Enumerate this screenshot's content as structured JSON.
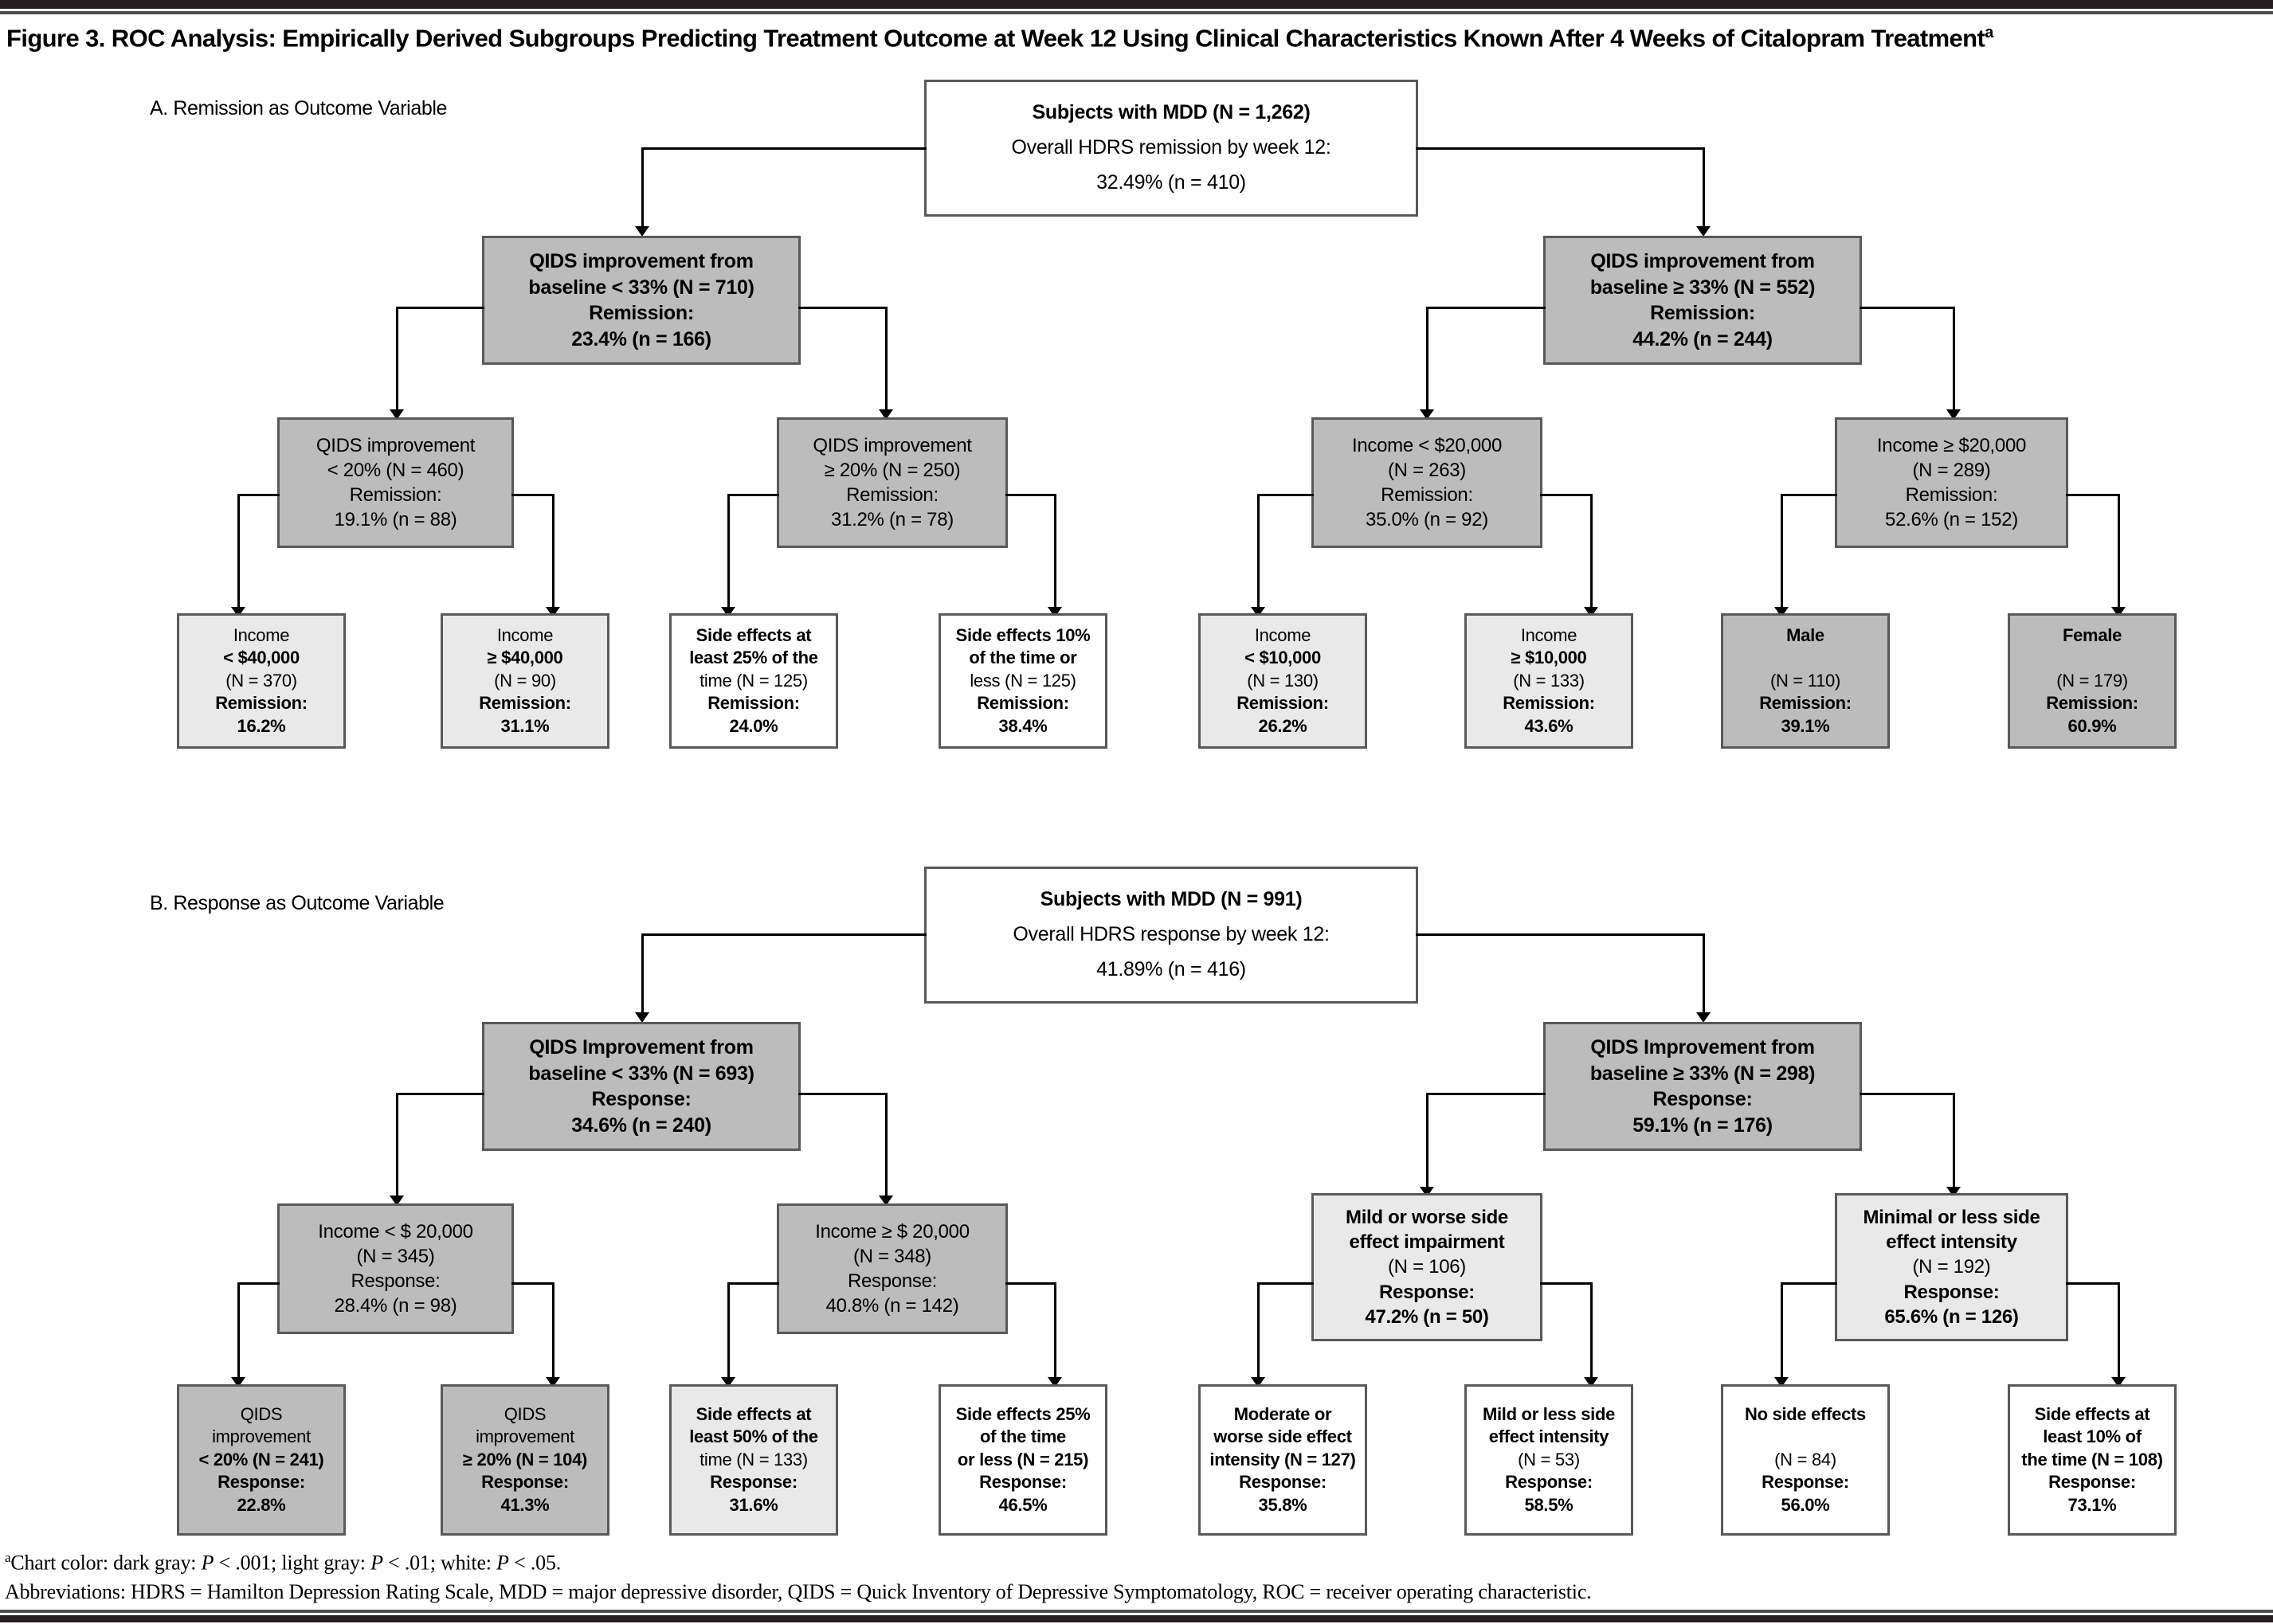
{
  "figure": {
    "title_main": "Figure 3. ROC Analysis: Empirically Derived Subgroups Predicting Treatment Outcome at Week 12 Using Clinical Characteristics Known After 4 Weeks of Citalopram Treatment",
    "title_superscript": "a"
  },
  "panelA": {
    "label": "A. Remission as Outcome Variable",
    "root": {
      "line1": "Subjects with MDD (N = 1,262)",
      "line2": "Overall HDRS remission by week 12:",
      "line3": "32.49% (n = 410)",
      "fill": "white"
    },
    "level2": [
      {
        "line1": "QIDS improvement from",
        "line2": "baseline < 33% (N = 710)",
        "line3": "Remission:",
        "line4": "23.4% (n = 166)",
        "fill": "dark"
      },
      {
        "line1": "QIDS improvement from",
        "line2": "baseline ≥ 33% (N = 552)",
        "line3": "Remission:",
        "line4": "44.2% (n = 244)",
        "fill": "dark"
      }
    ],
    "level3": [
      {
        "line1": "QIDS improvement",
        "line2": "< 20% (N = 460)",
        "line3": "Remission:",
        "line4": "19.1% (n = 88)",
        "fill": "dark"
      },
      {
        "line1": "QIDS improvement",
        "line2": "≥ 20% (N = 250)",
        "line3": "Remission:",
        "line4": "31.2% (n = 78)",
        "fill": "dark"
      },
      {
        "line1": "Income < $20,000",
        "line2": "(N = 263)",
        "line3": "Remission:",
        "line4": "35.0% (n = 92)",
        "fill": "dark"
      },
      {
        "line1": "Income ≥ $20,000",
        "line2": "(N = 289)",
        "line3": "Remission:",
        "line4": "52.6% (n = 152)",
        "fill": "dark"
      }
    ],
    "leaves": [
      {
        "line1": "Income",
        "line2": "< $40,000",
        "line3": "(N = 370)",
        "line4": "Remission:",
        "line5": "16.2%",
        "fill": "light"
      },
      {
        "line1": "Income",
        "line2": "≥ $40,000",
        "line3": "(N = 90)",
        "line4": "Remission:",
        "line5": "31.1%",
        "fill": "light"
      },
      {
        "line1": "Side effects at",
        "line2": "least 25% of the",
        "line3": "time (N = 125)",
        "line4": "Remission:",
        "line5": "24.0%",
        "fill": "white"
      },
      {
        "line1": "Side effects 10%",
        "line2": "of the time or",
        "line3": "less (N = 125)",
        "line4": "Remission:",
        "line5": "38.4%",
        "fill": "white"
      },
      {
        "line1": "Income",
        "line2": "< $10,000",
        "line3": "(N = 130)",
        "line4": "Remission:",
        "line5": "26.2%",
        "fill": "light"
      },
      {
        "line1": "Income",
        "line2": "≥ $10,000",
        "line3": "(N = 133)",
        "line4": "Remission:",
        "line5": "43.6%",
        "fill": "light"
      },
      {
        "line1": "Male",
        "line2": "",
        "line3": "(N = 110)",
        "line4": "Remission:",
        "line5": "39.1%",
        "fill": "dark"
      },
      {
        "line1": "Female",
        "line2": "",
        "line3": "(N = 179)",
        "line4": "Remission:",
        "line5": "60.9%",
        "fill": "dark"
      }
    ]
  },
  "panelB": {
    "label": "B. Response as Outcome Variable",
    "root": {
      "line1": "Subjects with MDD (N = 991)",
      "line2": "Overall HDRS response by week 12:",
      "line3": "41.89% (n = 416)",
      "fill": "white"
    },
    "level2": [
      {
        "line1": "QIDS Improvement from",
        "line2": "baseline < 33% (N = 693)",
        "line3": "Response:",
        "line4": "34.6% (n = 240)",
        "fill": "dark"
      },
      {
        "line1": "QIDS Improvement from",
        "line2": "baseline ≥ 33% (N = 298)",
        "line3": "Response:",
        "line4": "59.1% (n = 176)",
        "fill": "dark"
      }
    ],
    "level3": [
      {
        "line1": "Income < $ 20,000",
        "line2": "(N = 345)",
        "line3": "Response:",
        "line4": "28.4% (n = 98)",
        "fill": "dark"
      },
      {
        "line1": "Income ≥ $ 20,000",
        "line2": "(N = 348)",
        "line3": "Response:",
        "line4": "40.8% (n = 142)",
        "fill": "dark"
      },
      {
        "line1": "Mild or worse side",
        "line2": "effect impairment",
        "line3": "(N = 106)",
        "line4": "Response:",
        "line5": "47.2% (n = 50)",
        "fill": "light"
      },
      {
        "line1": "Minimal or less side",
        "line2": "effect intensity",
        "line3": "(N = 192)",
        "line4": "Response:",
        "line5": "65.6% (n = 126)",
        "fill": "light"
      }
    ],
    "leaves": [
      {
        "line1": "QIDS",
        "line2": "improvement",
        "line3": "< 20% (N = 241)",
        "line4": "Response:",
        "line5": "22.8%",
        "fill": "dark"
      },
      {
        "line1": "QIDS",
        "line2": "improvement",
        "line3": "≥ 20% (N = 104)",
        "line4": "Response:",
        "line5": "41.3%",
        "fill": "dark"
      },
      {
        "line1": "Side effects at",
        "line2": "least 50% of the",
        "line3": "time (N = 133)",
        "line4": "Response:",
        "line5": "31.6%",
        "fill": "light"
      },
      {
        "line1": "Side effects 25%",
        "line2": "of the time",
        "line3": "or less (N = 215)",
        "line4": "Response:",
        "line5": "46.5%",
        "fill": "white"
      },
      {
        "line1": "Moderate or",
        "line2": "worse side effect",
        "line3": "intensity (N = 127)",
        "line4": "Response:",
        "line5": "35.8%",
        "fill": "white"
      },
      {
        "line1": "Mild or less side",
        "line2": "effect intensity",
        "line3": "(N = 53)",
        "line4": "Response:",
        "line5": "58.5%",
        "fill": "white"
      },
      {
        "line1": "No side effects",
        "line2": "",
        "line3": "(N = 84)",
        "line4": "Response:",
        "line5": "56.0%",
        "fill": "white"
      },
      {
        "line1": "Side effects at",
        "line2": "least 10% of",
        "line3": "the time (N = 108)",
        "line4": "Response:",
        "line5": "73.1%",
        "fill": "white"
      }
    ]
  },
  "footnotes": {
    "color_key_marker": "a",
    "color_key_prefix": "Chart color: dark gray: ",
    "color_key_p1": "P",
    "color_key_v1": " < .001; light gray: ",
    "color_key_p2": "P",
    "color_key_v2": " < .01; white: ",
    "color_key_p3": "P",
    "color_key_v3": " < .05.",
    "abbreviations": "Abbreviations: HDRS = Hamilton Depression Rating Scale, MDD = major depressive disorder, QIDS = Quick Inventory of Depressive Symptomatology, ROC = receiver operating characteristic."
  },
  "colors": {
    "dark_gray": "#bcbcbc",
    "light_gray": "#e9e9e9",
    "white": "#ffffff",
    "border": "#58595b",
    "rule": "#231f20"
  }
}
